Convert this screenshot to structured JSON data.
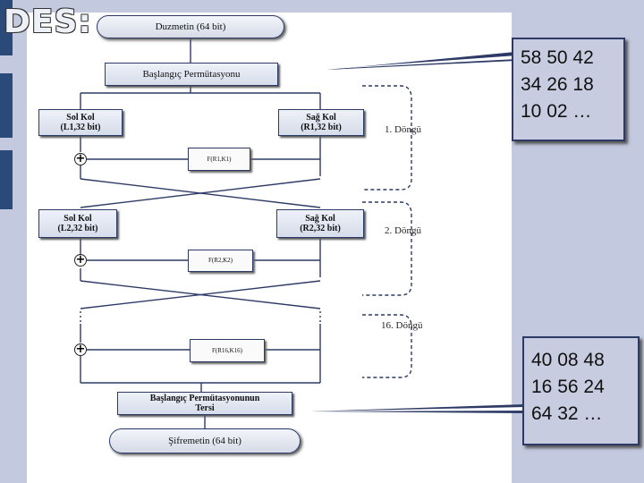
{
  "title": "DES:",
  "nodes": {
    "plaintext": "Duzmetin (64 bit)",
    "initial_perm": "Başlangıç Permütasyonu",
    "left1": [
      "Sol Kol",
      "(L1,32 bit)"
    ],
    "right1": [
      "Sağ Kol",
      "(R1,32 bit)"
    ],
    "f1": "F(R1,K1)",
    "left2": [
      "Sol Kol",
      "(L2,32 bit)"
    ],
    "right2": [
      "Sağ Kol",
      "(R2,32 bit)"
    ],
    "f2": "F(R2,K2)",
    "f16": "F(R16,K16)",
    "inverse_perm": [
      "Başlangıç Permütasyonunun",
      "Tersi"
    ],
    "ciphertext": "Şifremetin (64 bit)"
  },
  "rounds": [
    "1. Döngü",
    "2. Döngü",
    "16. Döngü"
  ],
  "xor_symbol": "+",
  "callouts": {
    "initial_perm_values": [
      "58 50 42",
      "34 26 18",
      "10 02 …"
    ],
    "inverse_perm_values": [
      "40 08 48",
      "16 56 24",
      "64 32 …"
    ]
  }
}
